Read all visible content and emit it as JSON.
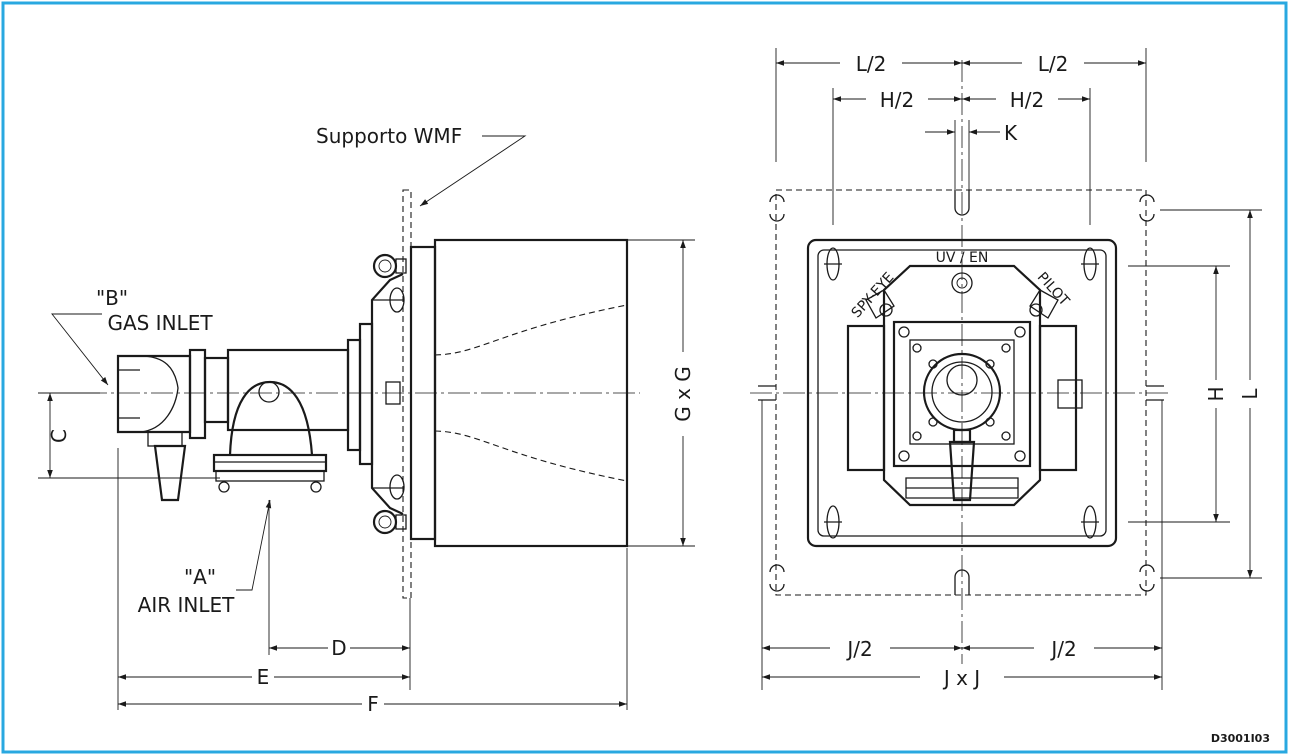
{
  "colors": {
    "frame": "#29a8e0",
    "ink": "#1a1a1a",
    "background": "#ffffff"
  },
  "side_view": {
    "support_label": "Supporto WMF",
    "gas_inlet_code": "\"B\"",
    "gas_inlet_label": "GAS INLET",
    "air_inlet_code": "\"A\"",
    "air_inlet_label": "AIR INLET",
    "dim_c": "C",
    "dim_d": "D",
    "dim_e": "E",
    "dim_f": "F",
    "dim_gxg": "G x G"
  },
  "front_view": {
    "dim_l_half_left": "L/2",
    "dim_l_half_right": "L/2",
    "dim_h_half_left": "H/2",
    "dim_h_half_right": "H/2",
    "dim_k": "K",
    "dim_h": "H",
    "dim_l": "L",
    "dim_j_half_left": "J/2",
    "dim_j_half_right": "J/2",
    "dim_jxj": "J x J",
    "uv_label": "UV / EN",
    "spy_eye_label": "SPY-EYE",
    "pilot_label": "PILOT"
  },
  "drawing_code": "D3001I03"
}
